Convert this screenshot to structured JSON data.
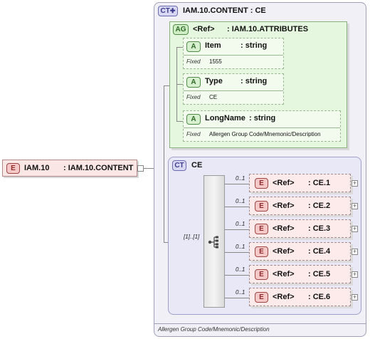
{
  "colors": {
    "element_fill": "#fbe6e6",
    "attribute_group_fill": "#e6f7e0",
    "complex_type_fill": "#ececf8",
    "outer_type_fill": "#f0f0f6"
  },
  "root_element": {
    "tag": "E",
    "name": "IAM.10",
    "type": ": IAM.10.CONTENT"
  },
  "outer_type": {
    "tag": "CT",
    "name": "IAM.10.CONTENT : CE",
    "description": "Allergen Group Code/Mnemonic/Description"
  },
  "attribute_group": {
    "tag": "AG",
    "ref": "<Ref>",
    "name": ": IAM.10.ATTRIBUTES",
    "attributes": [
      {
        "tag": "A",
        "name": "Item",
        "type": ": string",
        "fixed_label": "Fixed",
        "fixed_value": "1555"
      },
      {
        "tag": "A",
        "name": "Type",
        "type": ": string",
        "fixed_label": "Fixed",
        "fixed_value": "CE"
      },
      {
        "tag": "A",
        "name": "LongName",
        "type": ": string",
        "fixed_label": "Fixed",
        "fixed_value": "Allergen Group Code/Mnemonic/Description"
      }
    ]
  },
  "inner_type": {
    "tag": "CT",
    "name": "CE",
    "occurrence": "[1]..[1]",
    "children": [
      {
        "tag": "E",
        "ref": "<Ref>",
        "name": ": CE.1",
        "occurrence": "0..1"
      },
      {
        "tag": "E",
        "ref": "<Ref>",
        "name": ": CE.2",
        "occurrence": "0..1"
      },
      {
        "tag": "E",
        "ref": "<Ref>",
        "name": ": CE.3",
        "occurrence": "0..1"
      },
      {
        "tag": "E",
        "ref": "<Ref>",
        "name": ": CE.4",
        "occurrence": "0..1"
      },
      {
        "tag": "E",
        "ref": "<Ref>",
        "name": ": CE.5",
        "occurrence": "0..1"
      },
      {
        "tag": "E",
        "ref": "<Ref>",
        "name": ": CE.6",
        "occurrence": "0..1"
      }
    ]
  }
}
